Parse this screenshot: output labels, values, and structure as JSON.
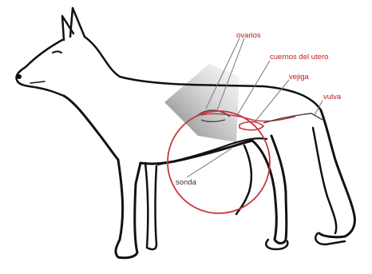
{
  "diagram": {
    "labels": {
      "ovaries": "ovarios",
      "uterine_horns": "cuernos del utero",
      "bladder": "vejiga",
      "vulva": "vulva",
      "probe": "sonda"
    },
    "colors": {
      "outline": "#111111",
      "highlight_circle": "#c9363d",
      "label_text": "#c41818",
      "probe_label": "#333333",
      "shadow_beam": "#8a8a8a"
    }
  }
}
